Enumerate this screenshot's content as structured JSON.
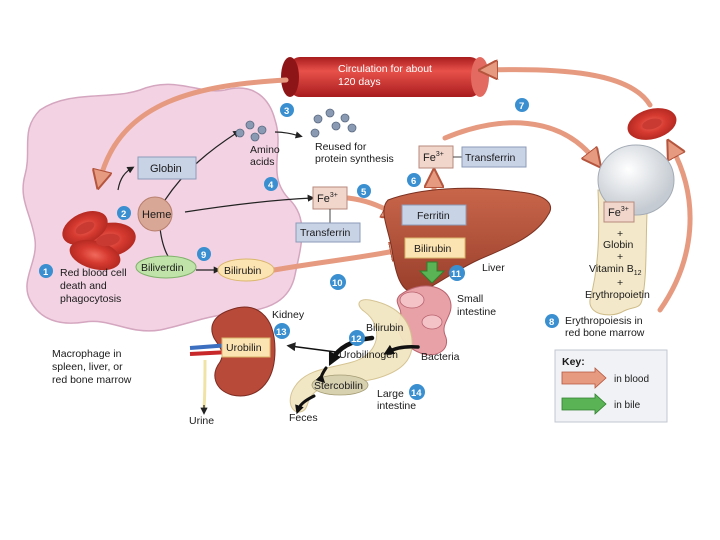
{
  "circulation": {
    "line1": "Circulation for about",
    "line2": "120 days"
  },
  "steps": {
    "s1": {
      "num": "1",
      "line1": "Red blood cell",
      "line2": "death and",
      "line3": "phagocytosis"
    },
    "s2": {
      "num": "2",
      "label": "Heme"
    },
    "s3": {
      "num": "3",
      "line1": "Reused for",
      "line2": "protein synthesis"
    },
    "s4": {
      "num": "4"
    },
    "s5": {
      "num": "5"
    },
    "s6": {
      "num": "6"
    },
    "s7": {
      "num": "7"
    },
    "s8": {
      "num": "8",
      "line1": "Erythropoiesis in",
      "line2": "red bone marrow"
    },
    "s9": {
      "num": "9"
    },
    "s10": {
      "num": "10"
    },
    "s11": {
      "num": "11"
    },
    "s12": {
      "num": "12"
    },
    "s13": {
      "num": "13"
    },
    "s14": {
      "num": "14"
    }
  },
  "labels": {
    "globin": "Globin",
    "amino_line1": "Amino",
    "amino_line2": "acids",
    "fe": "Fe",
    "fe_sup": "3+",
    "transferrin": "Transferrin",
    "ferritin": "Ferritin",
    "bilirubin": "Bilirubin",
    "biliverdin": "Biliverdin",
    "liver": "Liver",
    "small_line1": "Small",
    "small_line2": "intestine",
    "kidney": "Kidney",
    "urobilin": "Urobilin",
    "urobilinogen": "Urobilinogen",
    "bacteria": "Bacteria",
    "stercobilin": "Stercobilin",
    "large_line1": "Large",
    "large_line2": "intestine",
    "feces": "Feces",
    "urine": "Urine",
    "macro_line1": "Macrophage in",
    "macro_line2": "spleen, liver, or",
    "macro_line3": "red bone marrow",
    "plus": "+",
    "vitamin": "Vitamin B",
    "vitamin_sub": "12",
    "erythropoietin": "Erythropoietin"
  },
  "key": {
    "title": "Key:",
    "blood": "in blood",
    "bile": "in bile"
  },
  "colors": {
    "cell": "#f3d3e3",
    "step_circle": "#3a8fd0",
    "blood_arrow": "#e69a80",
    "bile_arrow": "#5ab455",
    "vessel": "#c8282a",
    "liver": "#b8543a",
    "box_blue": "#c9d3e6",
    "box_pink": "#f1d6cc",
    "bilirubin_fill": "#fce3b2"
  }
}
